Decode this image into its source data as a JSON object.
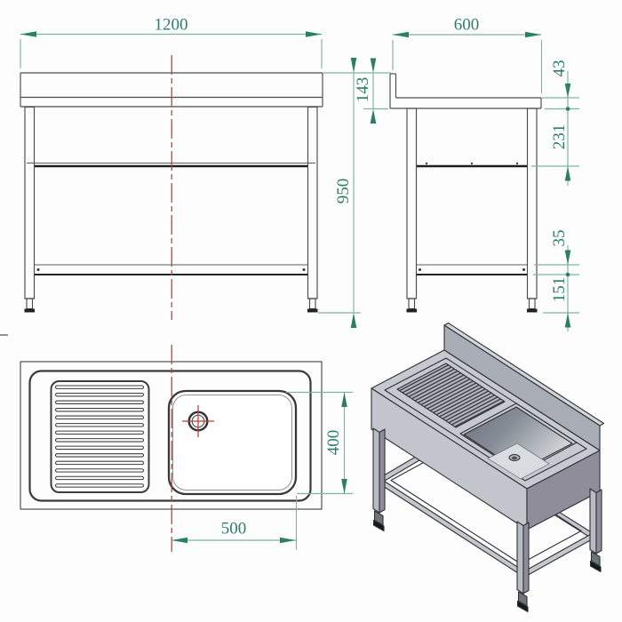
{
  "drawing": {
    "dims": {
      "width": "1200",
      "depth": "600",
      "height": "950",
      "backsplash": "143",
      "top_thickness": "43",
      "upper_section": "231",
      "shelf_section": "35",
      "bottom_clearance": "151",
      "basin_width": "400",
      "basin_length": "500"
    },
    "top_view": {
      "drainboard_ribs": 14
    },
    "colors": {
      "dimension_text": "#2b7f66",
      "dimension_line": "#7eb4a2",
      "centerline_red": "#c23b3b",
      "outline_gray": "#4b4b4b"
    }
  }
}
